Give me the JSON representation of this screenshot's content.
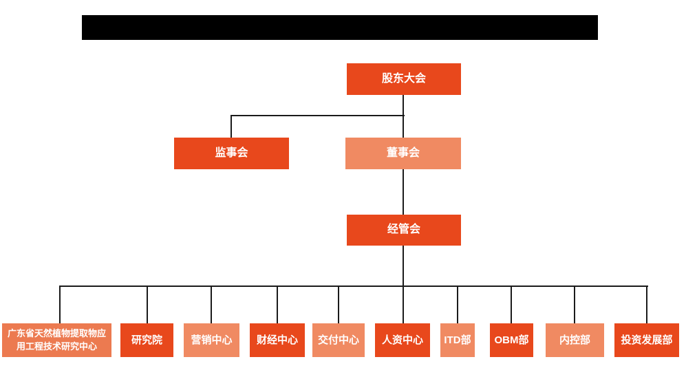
{
  "page": {
    "title_redacted": true
  },
  "colors": {
    "primary": "#E8481C",
    "secondary": "#F08A62",
    "tertiary": "#EC7A50",
    "line": "#1A1A1A",
    "label_text": "#FFFFFF"
  },
  "org_chart": {
    "nodes": [
      {
        "label": "股东大会",
        "variant": "primary",
        "level": 1
      },
      {
        "label": "监事会",
        "variant": "primary",
        "level": 2
      },
      {
        "label": "董事会",
        "variant": "secondary",
        "level": 2
      },
      {
        "label": "经管会",
        "variant": "primary",
        "level": 3
      },
      {
        "label": "广东省天然植物提取物应用工程技术研究中心",
        "variant": "tertiary",
        "level": 4
      },
      {
        "label": "研究院",
        "variant": "primary",
        "level": 4
      },
      {
        "label": "营销中心",
        "variant": "secondary",
        "level": 4
      },
      {
        "label": "财经中心",
        "variant": "primary",
        "level": 4
      },
      {
        "label": "交付中心",
        "variant": "secondary",
        "level": 4
      },
      {
        "label": "人资中心",
        "variant": "primary",
        "level": 4
      },
      {
        "label": "ITD部",
        "variant": "secondary",
        "level": 4
      },
      {
        "label": "OBM部",
        "variant": "primary",
        "level": 4
      },
      {
        "label": "内控部",
        "variant": "secondary",
        "level": 4
      },
      {
        "label": "投资发展部",
        "variant": "primary",
        "level": 4
      }
    ],
    "edges": [
      {
        "from": "股东大会",
        "to": "监事会"
      },
      {
        "from": "股东大会",
        "to": "董事会"
      },
      {
        "from": "董事会",
        "to": "经管会"
      },
      {
        "from": "经管会",
        "to": "广东省天然植物提取物应用工程技术研究中心"
      },
      {
        "from": "经管会",
        "to": "研究院"
      },
      {
        "from": "经管会",
        "to": "营销中心"
      },
      {
        "from": "经管会",
        "to": "财经中心"
      },
      {
        "from": "经管会",
        "to": "交付中心"
      },
      {
        "from": "经管会",
        "to": "人资中心"
      },
      {
        "from": "经管会",
        "to": "ITD部"
      },
      {
        "from": "经管会",
        "to": "OBM部"
      },
      {
        "from": "经管会",
        "to": "内控部"
      },
      {
        "from": "经管会",
        "to": "投资发展部"
      }
    ]
  }
}
